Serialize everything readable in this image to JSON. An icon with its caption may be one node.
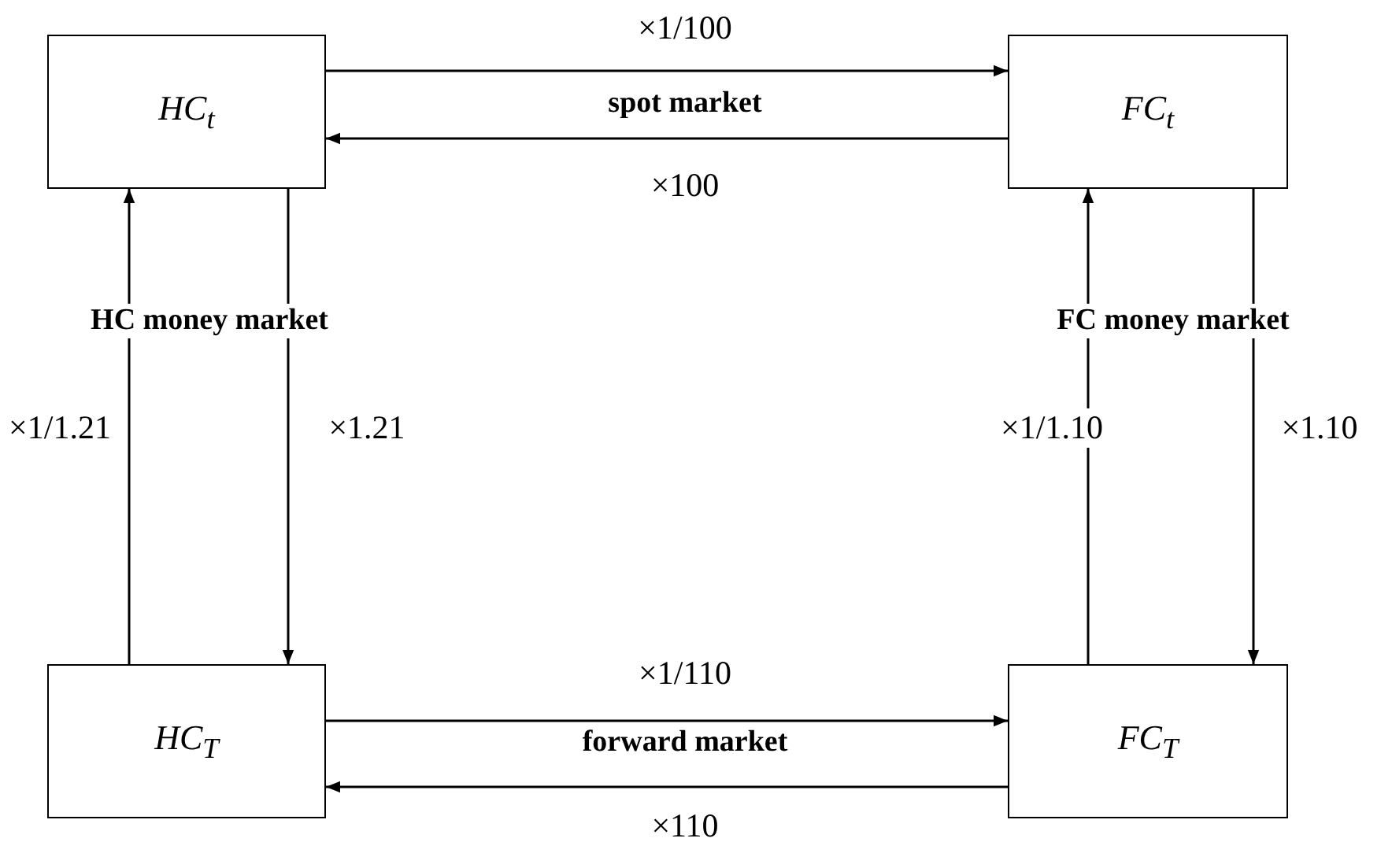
{
  "diagram": {
    "nodes": [
      {
        "text": [
          "HC$_{t}$"
        ]
      },
      {
        "text": [
          "FC$_{t}$"
        ]
      },
      {
        "text": [
          "HC$_{T}$"
        ]
      },
      {
        "text": [
          "FC$_{T}$"
        ]
      }
    ],
    "edges": [
      {
        "from": 0,
        "to": 1,
        "arrow": "to",
        "label": "×1/100"
      },
      {
        "from": 1,
        "to": 0,
        "arrow": "to",
        "label": "×100"
      },
      {
        "from": 2,
        "to": 0,
        "arrow": "to",
        "label": "×1/1.21"
      },
      {
        "from": 0,
        "to": 2,
        "arrow": "to",
        "label": "×1.21"
      },
      {
        "from": 3,
        "to": 1,
        "arrow": "to",
        "label": "×1/1.10"
      },
      {
        "from": 1,
        "to": 3,
        "arrow": "to",
        "label": "×1.10"
      },
      {
        "from": 2,
        "to": 3,
        "arrow": "to",
        "label": "×1/110"
      },
      {
        "from": 3,
        "to": 2,
        "arrow": "to",
        "label": "×110"
      }
    ],
    "labels": [
      "spot market",
      "HC money market",
      "FC money market",
      "forward market"
    ]
  }
}
